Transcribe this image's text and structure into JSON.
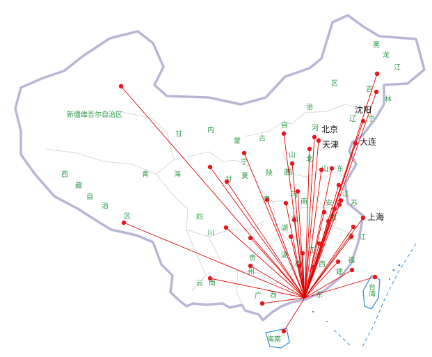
{
  "colors": {
    "border": "#b8b6d6",
    "province_border": "#d8d8d8",
    "land": "#ffffff",
    "route": "#e00000",
    "dot": "#e8141e",
    "region_label": "#2e9a4a",
    "city_label": "#111111",
    "sea": "#3b8fd6"
  },
  "icons": {
    "origin": "route-origin-marker"
  },
  "region_labels": [
    {
      "id": "xinjiang",
      "text": "新疆维吾尔自治区"
    },
    {
      "id": "gan",
      "text": "甘"
    },
    {
      "id": "nei",
      "text": "内"
    },
    {
      "id": "meng",
      "text": "蒙"
    },
    {
      "id": "gu",
      "text": "古"
    },
    {
      "id": "zi",
      "text": "自"
    },
    {
      "id": "zhi",
      "text": "治"
    },
    {
      "id": "qu",
      "text": "区"
    },
    {
      "id": "hei",
      "text": "黑"
    },
    {
      "id": "long",
      "text": "龙"
    },
    {
      "id": "jiang",
      "text": "江"
    },
    {
      "id": "ji",
      "text": "吉"
    },
    {
      "id": "lin",
      "text": "林"
    },
    {
      "id": "liao",
      "text": "辽"
    },
    {
      "id": "ning",
      "text": "宁"
    },
    {
      "id": "he",
      "text": "河"
    },
    {
      "id": "bei",
      "text": "北"
    },
    {
      "id": "shan-shandong",
      "text": "山"
    },
    {
      "id": "dong",
      "text": "东"
    },
    {
      "id": "ning2",
      "text": "宁"
    },
    {
      "id": "xia",
      "text": "夏"
    },
    {
      "id": "shan-shaanxi",
      "text": "陕"
    },
    {
      "id": "xi-shaanxi",
      "text": "西"
    },
    {
      "id": "shan-shanxi",
      "text": "山"
    },
    {
      "id": "xi-shanxi",
      "text": "西"
    },
    {
      "id": "qing",
      "text": "青"
    },
    {
      "id": "hai",
      "text": "海"
    },
    {
      "id": "xi-tibet",
      "text": "西"
    },
    {
      "id": "zang",
      "text": "藏"
    },
    {
      "id": "zi2",
      "text": "自"
    },
    {
      "id": "zhi2",
      "text": "治"
    },
    {
      "id": "qu2",
      "text": "区"
    },
    {
      "id": "gan-gansu2",
      "text": "甘"
    },
    {
      "id": "su",
      "text": "肃"
    },
    {
      "id": "he2",
      "text": "河"
    },
    {
      "id": "nan",
      "text": "南"
    },
    {
      "id": "an",
      "text": "安"
    },
    {
      "id": "hui",
      "text": "徽"
    },
    {
      "id": "jiang2",
      "text": "江"
    },
    {
      "id": "su2",
      "text": "苏"
    },
    {
      "id": "si",
      "text": "四"
    },
    {
      "id": "chuan",
      "text": "川"
    },
    {
      "id": "hu",
      "text": "湖"
    },
    {
      "id": "bei2",
      "text": "北"
    },
    {
      "id": "zhe",
      "text": "浙"
    },
    {
      "id": "jiang3",
      "text": "江"
    },
    {
      "id": "hu2",
      "text": "湖"
    },
    {
      "id": "nan2",
      "text": "南"
    },
    {
      "id": "jiang4",
      "text": "江"
    },
    {
      "id": "xi-jiangxi",
      "text": "西"
    },
    {
      "id": "gui",
      "text": "贵"
    },
    {
      "id": "zhou",
      "text": "州"
    },
    {
      "id": "fu",
      "text": "福"
    },
    {
      "id": "jian",
      "text": "建"
    },
    {
      "id": "yun",
      "text": "云"
    },
    {
      "id": "nan3",
      "text": "南"
    },
    {
      "id": "guang",
      "text": "广"
    },
    {
      "id": "xi-guangxi",
      "text": "西"
    },
    {
      "id": "dong2",
      "text": "东"
    },
    {
      "id": "tai",
      "text": "台"
    },
    {
      "id": "wan",
      "text": "湾"
    },
    {
      "id": "hainan",
      "text": "海南"
    }
  ],
  "city_labels": [
    {
      "id": "beijing",
      "text": "北京"
    },
    {
      "id": "tianjin",
      "text": "天津"
    },
    {
      "id": "shenyang",
      "text": "沈阳"
    },
    {
      "id": "dalian",
      "text": "大连"
    },
    {
      "id": "shanghai",
      "text": "上海"
    }
  ],
  "destinations": [
    {
      "id": "urumqi"
    },
    {
      "id": "lhasa"
    },
    {
      "id": "xining"
    },
    {
      "id": "lanzhou"
    },
    {
      "id": "yinchuan"
    },
    {
      "id": "xian"
    },
    {
      "id": "chengdu"
    },
    {
      "id": "chongqing"
    },
    {
      "id": "guiyang"
    },
    {
      "id": "kunming"
    },
    {
      "id": "nanning"
    },
    {
      "id": "haikou"
    },
    {
      "id": "harbin"
    },
    {
      "id": "changchun"
    },
    {
      "id": "shenyang"
    },
    {
      "id": "dalian"
    },
    {
      "id": "beijing"
    },
    {
      "id": "tianjin"
    },
    {
      "id": "shijiazhuang"
    },
    {
      "id": "taiyuan"
    },
    {
      "id": "huhehaote"
    },
    {
      "id": "jinan"
    },
    {
      "id": "qingdao"
    },
    {
      "id": "zhengzhou"
    },
    {
      "id": "hefei"
    },
    {
      "id": "nanjing"
    },
    {
      "id": "shanghai"
    },
    {
      "id": "hangzhou"
    },
    {
      "id": "wuhan"
    },
    {
      "id": "changsha"
    },
    {
      "id": "nanchang"
    },
    {
      "id": "fuzhou"
    },
    {
      "id": "taipei"
    },
    {
      "id": "xiamen"
    },
    {
      "id": "xuzhou"
    },
    {
      "id": "anqing"
    },
    {
      "id": "luoyang"
    },
    {
      "id": "yichang"
    },
    {
      "id": "ganzhou"
    },
    {
      "id": "hengyang"
    },
    {
      "id": "wenzhou"
    },
    {
      "id": "huaian"
    },
    {
      "id": "yantai"
    }
  ]
}
